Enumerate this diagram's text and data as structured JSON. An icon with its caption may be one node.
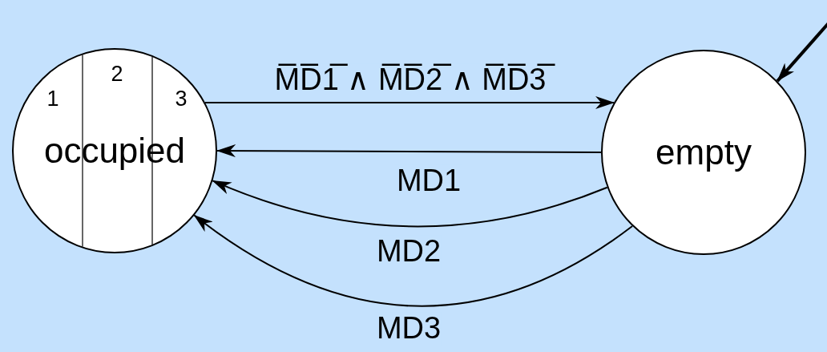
{
  "diagram": {
    "nodes": [
      {
        "text": [
          "occupied"
        ]
      },
      {
        "text": [
          "empty"
        ]
      }
    ],
    "edges": [
      {
        "from": 0,
        "to": 1,
        "arrow": "to",
        "label": "M̅D̅1̅ ∧ M̅D̅2̅ ∧ M̅D̅3̅"
      },
      {
        "from": 1,
        "to": 0,
        "arrow": "to",
        "label": "MD1"
      },
      {
        "from": 1,
        "to": 0,
        "arrow": "to",
        "label": "MD2"
      },
      {
        "from": 1,
        "to": 0,
        "arrow": "to",
        "label": "MD3"
      },
      {
        "from": null,
        "to": 1,
        "arrow": "to",
        "style": "thick"
      }
    ],
    "labels": [
      "1",
      "2",
      "3"
    ]
  }
}
